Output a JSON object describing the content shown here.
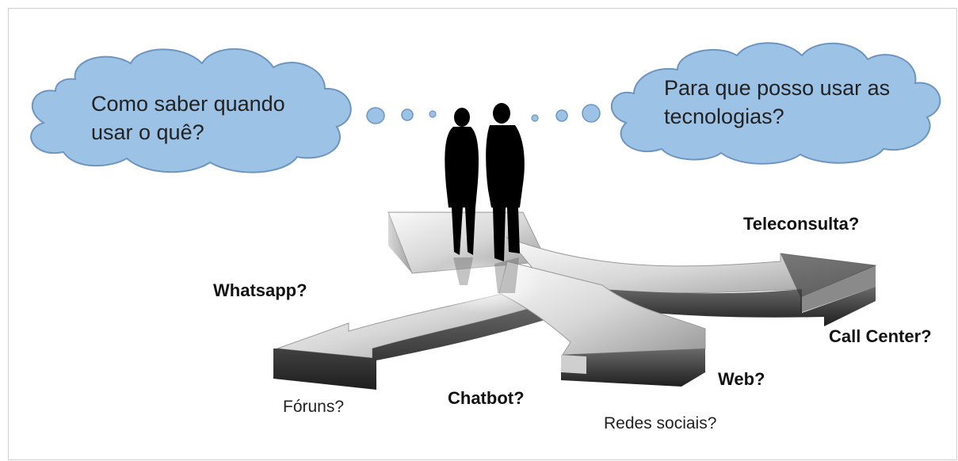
{
  "thoughts": {
    "left": {
      "line1": "Como saber quando",
      "line2": "usar o quê?"
    },
    "right": {
      "line1": "Para que posso usar as",
      "line2": "tecnologias?"
    }
  },
  "options": {
    "teleconsulta": "Teleconsulta?",
    "whatsapp": "Whatsapp?",
    "call_center": "Call Center?",
    "web": "Web?",
    "chatbot": "Chatbot?",
    "foruns": "Fóruns?",
    "redes_sociais": "Redes sociais?"
  },
  "colors": {
    "cloud_fill": "#9cc3e6",
    "cloud_stroke": "#6e95c0",
    "arrow_light": "#e8e8e8",
    "arrow_dark": "#3a3a3a",
    "silhouette": "#000000"
  }
}
